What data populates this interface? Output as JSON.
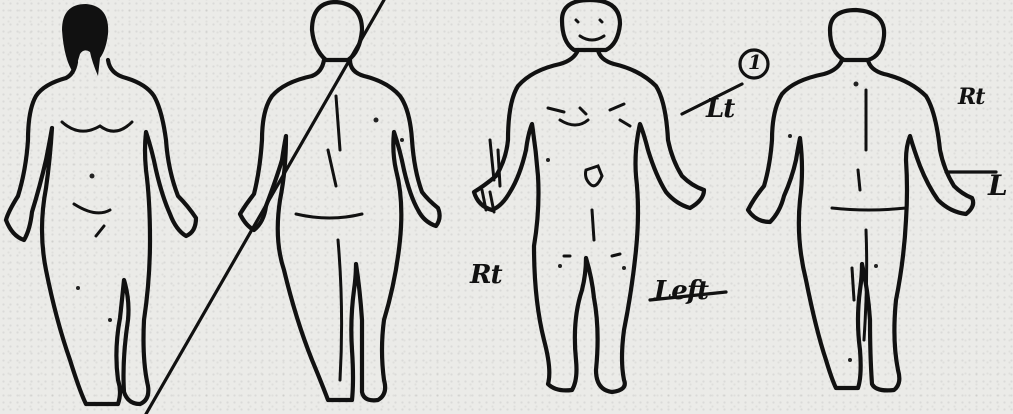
{
  "figures": [
    {
      "view": "female-front"
    },
    {
      "view": "female-back"
    },
    {
      "view": "male-front"
    },
    {
      "view": "male-back"
    }
  ],
  "annotations": {
    "right_label": "Rt",
    "left_label": "Left",
    "circled_number": "1",
    "lt_label": "Lt",
    "rt_label_back": "Rt",
    "l_label_back": "L"
  }
}
